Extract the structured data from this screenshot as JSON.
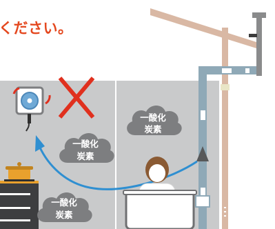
{
  "heading": "ください。",
  "gas_clouds": [
    {
      "line1": "一酸化",
      "line2": "炭素"
    },
    {
      "line1": "一酸化",
      "line2": "炭素"
    },
    {
      "line1": "一酸化",
      "line2": "炭素"
    }
  ],
  "colors": {
    "heading": "#e4481f",
    "room_wall": "#c9cacb",
    "cloud": "#7d7e80",
    "arrow": "#2f8fd1",
    "cross": "#e0301e",
    "roof": "#d9b8a4",
    "flue_pipe": "#8fa9b7",
    "chimney": "#8a8b8c"
  },
  "icons": [
    "ventilation-fan-icon",
    "cross-mark-icon",
    "cooking-pot-icon",
    "person-icon",
    "bathtub-icon"
  ]
}
